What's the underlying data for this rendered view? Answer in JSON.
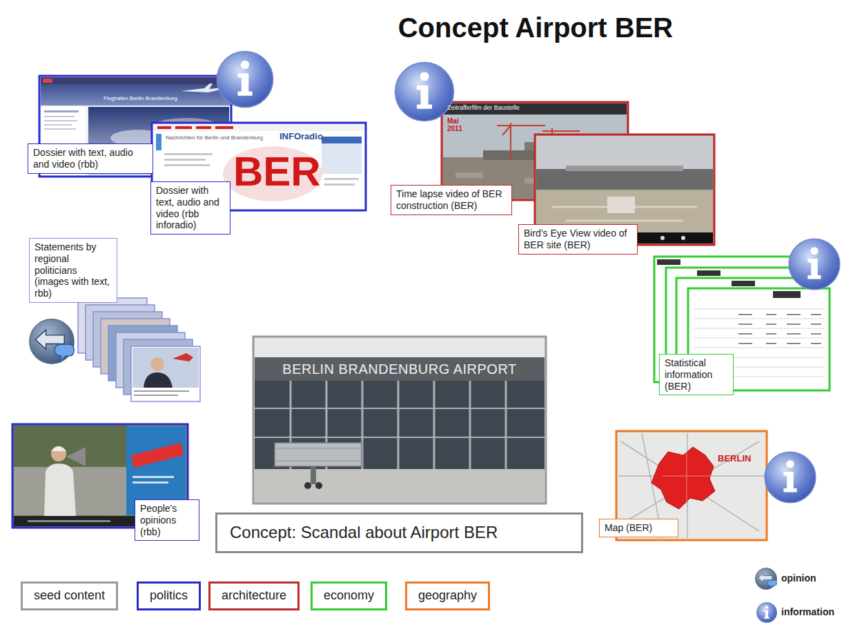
{
  "diagram": {
    "title": "Concept Airport BER",
    "nodes": [
      {
        "text": [
          "Dossier with text, audio and video (rbb)"
        ]
      },
      {
        "text": [
          "Dossier with text, audio and video (rbb inforadio)"
        ]
      },
      {
        "text": [
          "Time lapse video of BER construction (BER)"
        ]
      },
      {
        "text": [
          "Bird's Eye View video of BER site (BER)"
        ]
      },
      {
        "text": [
          "Statements by regional politicians (images with text, rbb)"
        ]
      },
      {
        "text": [
          "Statistical information (BER)"
        ]
      },
      {
        "text": [
          "People's opinions (rbb)"
        ]
      },
      {
        "text": [
          "Concept: Scandal about Airport BER"
        ]
      },
      {
        "text": [
          "Map (BER)"
        ]
      }
    ],
    "labels": [
      "Flughafen Berlin Brandenburg",
      "Nachrichten für Berlin und Brandenburg",
      "INFOradio",
      "BER",
      "Zeitrafferfilm der Baustelle",
      "Mai 2011",
      "BERLIN BRANDENBURG AIRPORT",
      "BERLIN"
    ],
    "legend": [
      {
        "text": "seed content",
        "color": "#9a9a9a"
      },
      {
        "text": "politics",
        "color": "#2a2acc"
      },
      {
        "text": "architecture",
        "color": "#c0282a"
      },
      {
        "text": "economy",
        "color": "#33cc33"
      },
      {
        "text": "geography",
        "color": "#ee7722"
      },
      {
        "text": "opinion"
      },
      {
        "text": "information"
      }
    ]
  }
}
